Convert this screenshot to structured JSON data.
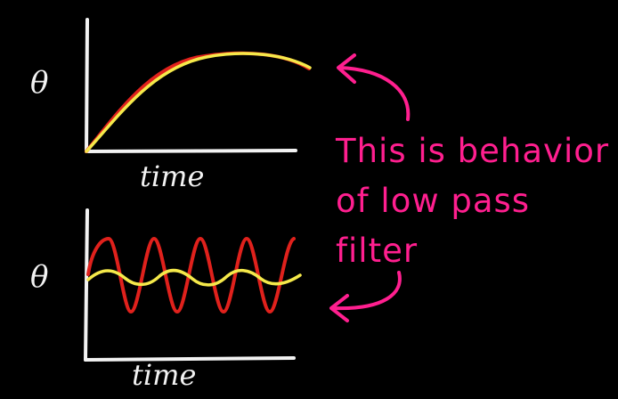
{
  "labels": {
    "y_axis_top": "θ",
    "x_axis_top": "time",
    "y_axis_bottom": "θ",
    "x_axis_bottom": "time"
  },
  "annotation": {
    "lines": [
      "This is behavior",
      "of low pass",
      "filter"
    ]
  },
  "colors": {
    "background": "#000000",
    "axes": "#f2f2f2",
    "input_signal": "#e0211c",
    "filtered_output": "#f5e94a",
    "annotation": "#ff1f8f"
  }
}
